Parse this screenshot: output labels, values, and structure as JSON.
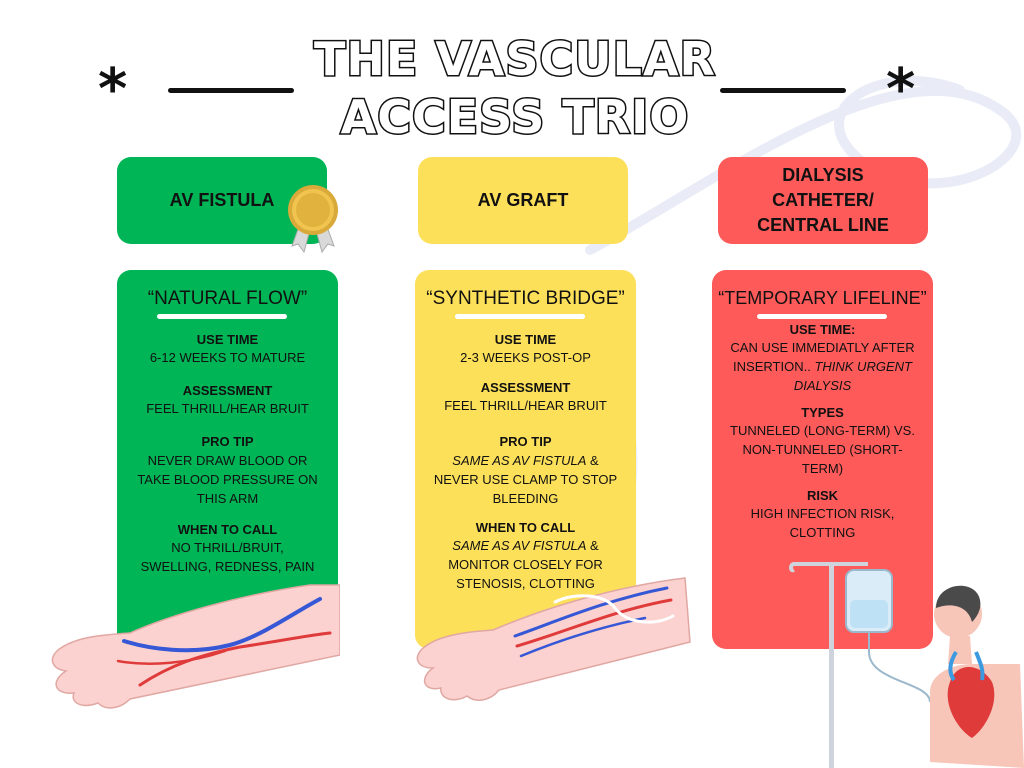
{
  "title": {
    "line1": "THE VASCULAR",
    "line2": "ACCESS TRIO"
  },
  "decor": {
    "star_left": "*",
    "star_right": "*"
  },
  "colors": {
    "green": "#00b556",
    "yellow": "#fde05a",
    "red": "#ff5a5a"
  },
  "columns": {
    "fistula": {
      "header": "AV FISTULA",
      "tagline": "“NATURAL FLOW”",
      "s1_h": "USE TIME",
      "s1_b": "6-12 WEEKS TO MATURE",
      "s2_h": "ASSESSMENT",
      "s2_b": "FEEL THRILL/HEAR BRUIT",
      "s3_h": "PRO TIP",
      "s3_b1": "NEVER DRAW BLOOD OR",
      "s3_b2": "TAKE BLOOD PRESSURE ON",
      "s3_b3": "THIS ARM",
      "s4_h": "WHEN TO CALL",
      "s4_b1": "NO THRILL/BRUIT,",
      "s4_b2": "SWELLING, REDNESS, PAIN"
    },
    "graft": {
      "header": "AV GRAFT",
      "tagline": "“SYNTHETIC BRIDGE”",
      "s1_h": "USE TIME",
      "s1_b": "2-3 WEEKS POST-OP",
      "s2_h": "ASSESSMENT",
      "s2_b": "FEEL THRILL/HEAR BRUIT",
      "s3_h": "PRO TIP",
      "s3_b1_i": "SAME AS AV FISTULA",
      "s3_b1_t": " &",
      "s3_b2": "NEVER USE CLAMP TO STOP",
      "s3_b3": "BLEEDING",
      "s4_h": "WHEN TO CALL",
      "s4_b1_i": "SAME AS AV FISTULA",
      "s4_b1_t": " &",
      "s4_b2": "MONITOR CLOSELY FOR",
      "s4_b3": "STENOSIS, CLOTTING"
    },
    "catheter": {
      "header1": "DIALYSIS",
      "header2": "CATHETER/",
      "header3": "CENTRAL LINE",
      "tagline": "“TEMPORARY LIFELINE”",
      "s1_h": "USE TIME:",
      "s1_b1": "CAN USE IMMEDIATLY AFTER",
      "s1_b2_t": "INSERTION.. ",
      "s1_b2_i": "THINK URGENT",
      "s1_b3_i": "DIALYSIS",
      "s2_h": "TYPES",
      "s2_b1": "TUNNELED (LONG-TERM) VS.",
      "s2_b2": "NON-TUNNELED (SHORT-",
      "s2_b3": "TERM)",
      "s3_h": "RISK",
      "s3_b1": "HIGH INFECTION RISK,",
      "s3_b2": "CLOTTING"
    }
  }
}
